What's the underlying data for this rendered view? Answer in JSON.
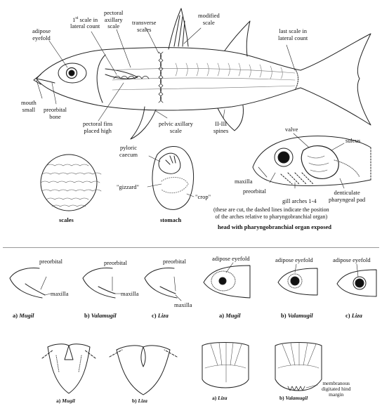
{
  "fish_diagram": {
    "labels": {
      "adipose_eyefold": "adipose\neyefold",
      "first_scale": "1st scale in\nlateral count",
      "pectoral_axillary_scale": "pectoral\naxillary\nscale",
      "transverse_scales": "transverse\nscales",
      "modified_scale": "modified\nscale",
      "last_scale": "last scale in\nlateral count",
      "mouth_small": "mouth\nsmall",
      "preorbital_bone": "preorbital\nbone",
      "pectoral_fins_high": "pectoral fins\nplaced high",
      "pelvic_axillary_scale": "pelvic axillary\nscale",
      "spines": "II-III\nspines"
    }
  },
  "scales_panel": {
    "caption": "scales"
  },
  "stomach_panel": {
    "caption": "stomach",
    "labels": {
      "pyloric_caecum": "pyloric\ncaecum",
      "gizzard": "\"gizzard\"",
      "crop": "\"crop\""
    }
  },
  "head_panel": {
    "labels": {
      "valve": "valve",
      "sulcus": "sulcus",
      "maxilla": "maxilla",
      "preorbital": "preorbital",
      "gill_arches": "gill arches 1-4",
      "denticulate": "denticulate\npharyngeal pad"
    },
    "note": "(these are cut, the dashed lines indicate the position\nof the arches relative to pharyngobranchial organ)",
    "caption": "head with pharyngobranchial organ exposed"
  },
  "mouth_row": {
    "labels": [
      "preorbital",
      "maxilla",
      "preorbital",
      "maxilla",
      "preorbital",
      "maxilla"
    ],
    "captions": [
      {
        "prefix": "a)",
        "genus": "Mugil"
      },
      {
        "prefix": "b)",
        "genus": "Valamugil"
      },
      {
        "prefix": "c)",
        "genus": "Liza"
      }
    ]
  },
  "eye_row": {
    "labels": [
      "adipose eyefold",
      "adipose eyefold",
      "adipose eyefold"
    ],
    "captions": [
      {
        "prefix": "a)",
        "genus": "Mugil"
      },
      {
        "prefix": "b)",
        "genus": "Valamugil"
      },
      {
        "prefix": "c)",
        "genus": "Liza"
      }
    ]
  },
  "ventral_row": {
    "captions": [
      {
        "prefix": "a)",
        "genus": "Mugil"
      },
      {
        "prefix": "b)",
        "genus": "Liza"
      }
    ]
  },
  "scale_row": {
    "captions": [
      {
        "prefix": "a)",
        "genus": "Liza"
      },
      {
        "prefix": "b)",
        "genus": "Valamugil"
      }
    ],
    "margin_label": "membranous\ndigitated hind\nmargin"
  }
}
